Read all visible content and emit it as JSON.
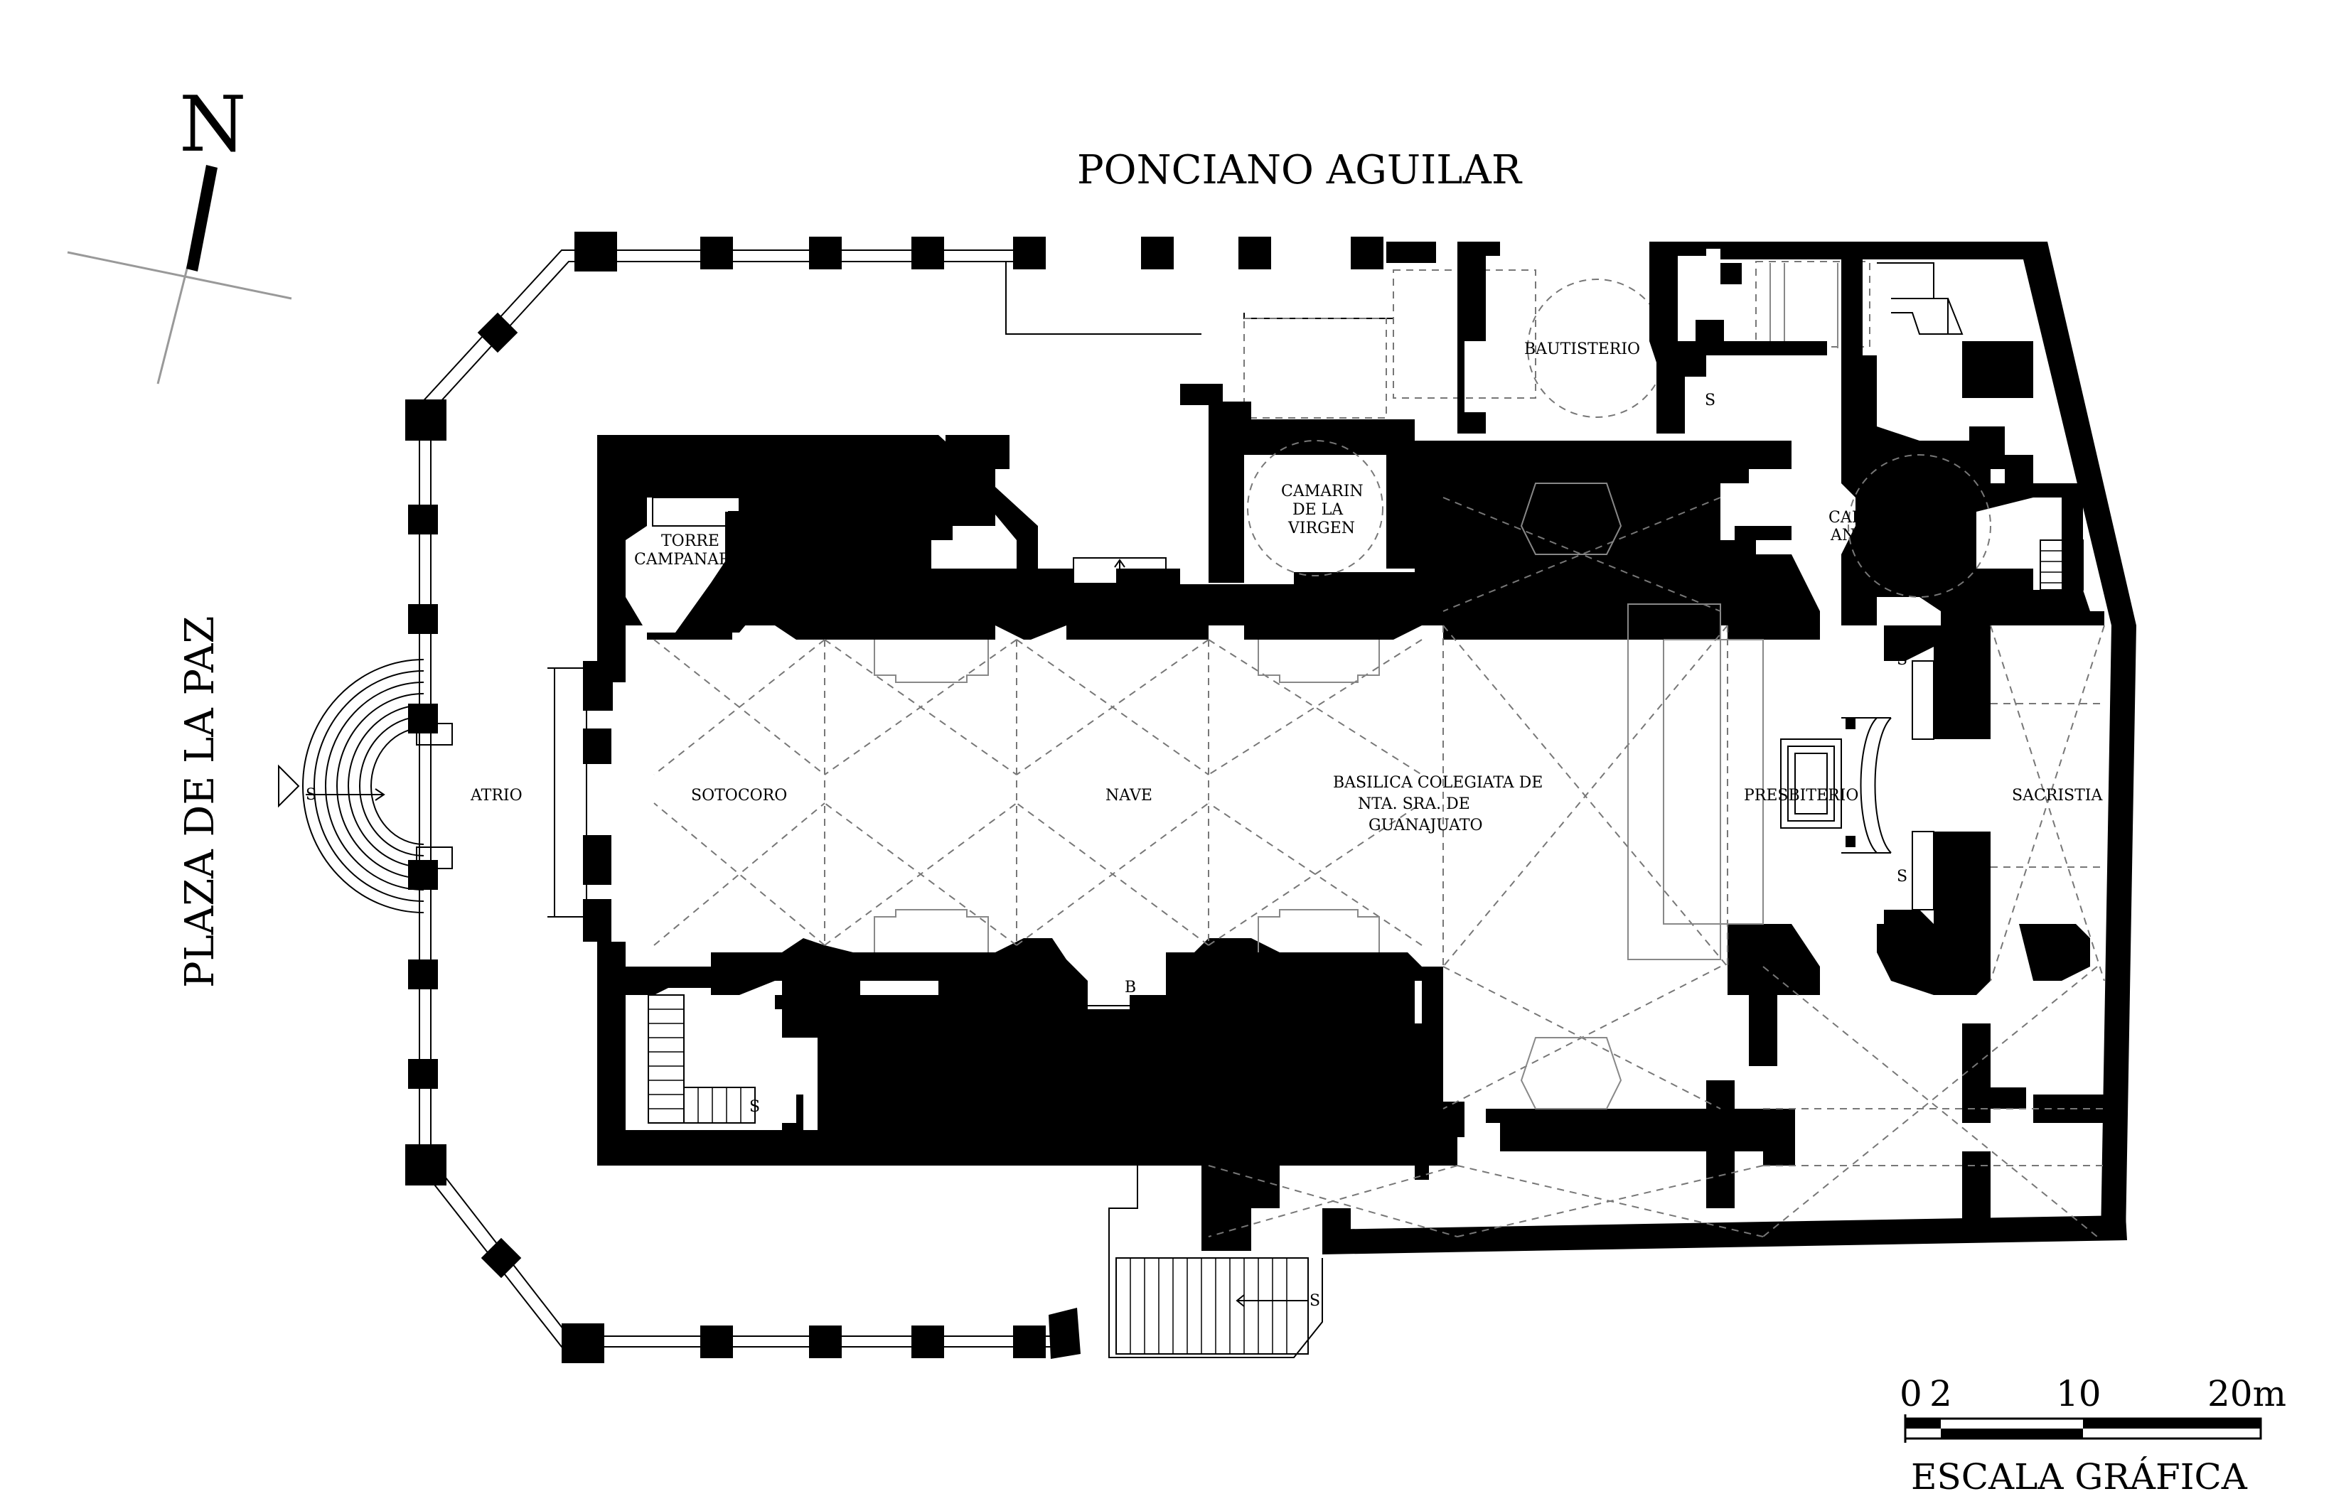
{
  "north": {
    "letter": "N"
  },
  "streets": {
    "top": "PONCIANO AGUILAR",
    "left": "PLAZA DE LA PAZ"
  },
  "rooms": {
    "atrio": "ATRIO",
    "sotocoro": "SOTOCORO",
    "nave": "NAVE",
    "basilica": [
      "BASILICA COLEGIATA DE",
      "NTA. SRA. DE",
      "GUANAJUATO"
    ],
    "presbiterio": "PRESBITERIO",
    "sacristia": "SACRISTIA",
    "bautisterio": "BAUTISTERIO",
    "camarin": [
      "CAMARIN",
      "DE LA",
      "VIRGEN"
    ],
    "capilla": [
      "CAPILLA",
      "ANEXA"
    ],
    "torre": [
      "TORRE",
      "CAMPANARIA"
    ]
  },
  "marks": {
    "stair": "S",
    "door": "B"
  },
  "scale": {
    "ticks": [
      "0",
      "2",
      "10",
      "20m"
    ],
    "title": "ESCALA GRÁFICA"
  }
}
